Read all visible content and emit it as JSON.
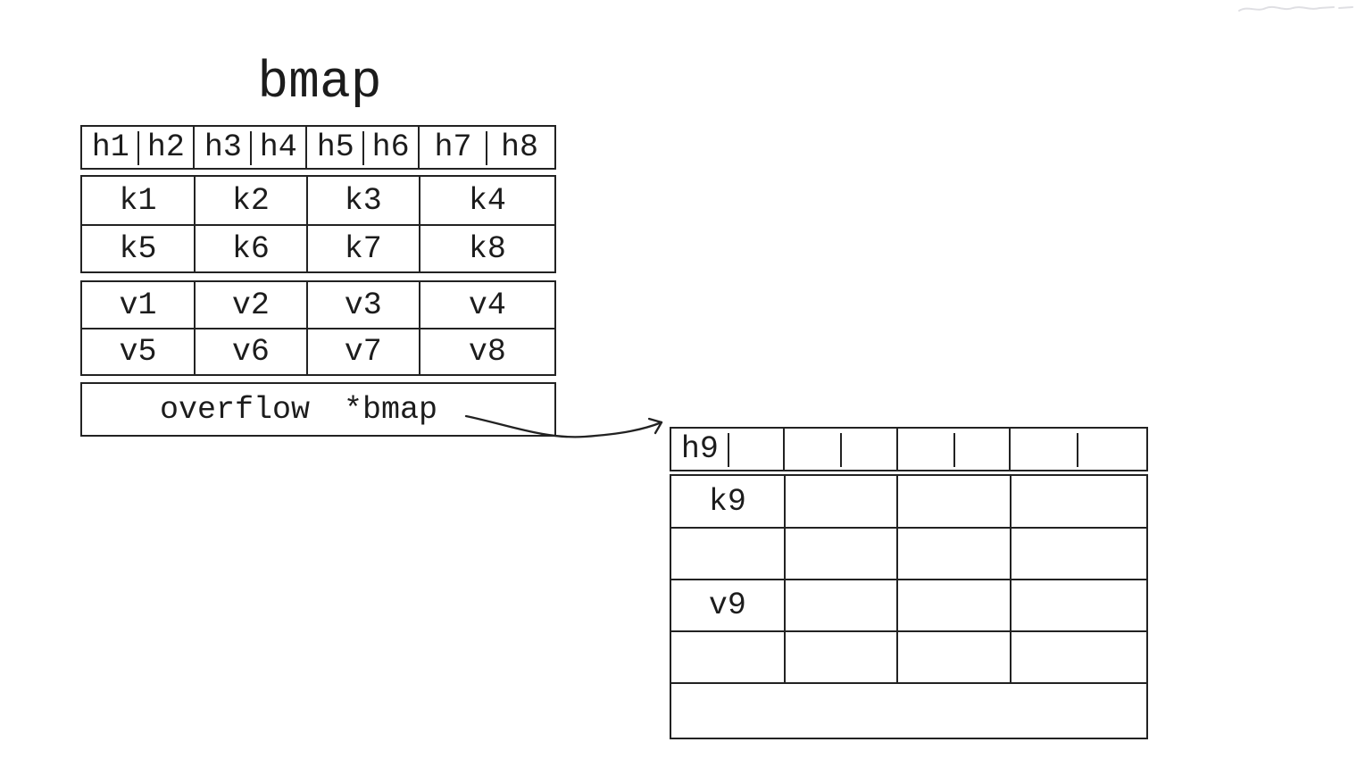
{
  "title": "bmap",
  "colors": {
    "ink": "#1c1c1c",
    "background": "#ffffff"
  },
  "main_bucket": {
    "tophash": [
      "h1",
      "h2",
      "h3",
      "h4",
      "h5",
      "h6",
      "h7",
      "h8"
    ],
    "keys": [
      [
        "k1",
        "k2",
        "k3",
        "k4"
      ],
      [
        "k5",
        "k6",
        "k7",
        "k8"
      ]
    ],
    "values": [
      [
        "v1",
        "v2",
        "v3",
        "v4"
      ],
      [
        "v5",
        "v6",
        "v7",
        "v8"
      ]
    ],
    "overflow_label": "overflow",
    "overflow_pointer": "*bmap"
  },
  "overflow_bucket": {
    "tophash": [
      "h9",
      "",
      "",
      "",
      "",
      "",
      "",
      ""
    ],
    "keys": [
      [
        "k9",
        "",
        "",
        ""
      ],
      [
        "",
        "",
        "",
        ""
      ]
    ],
    "values": [
      [
        "v9",
        "",
        "",
        ""
      ],
      [
        "",
        "",
        "",
        ""
      ]
    ],
    "overflow_label": ""
  }
}
